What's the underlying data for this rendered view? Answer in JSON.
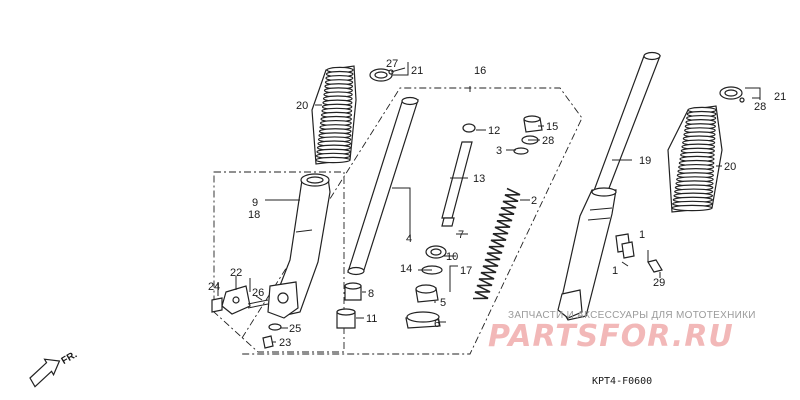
{
  "diagram": {
    "callouts": [
      "1",
      "1",
      "2",
      "3",
      "4",
      "5",
      "6",
      "7",
      "8",
      "9",
      "10",
      "11",
      "12",
      "13",
      "14",
      "15",
      "16",
      "17",
      "18",
      "19",
      "20",
      "20",
      "21",
      "21",
      "22",
      "23",
      "24",
      "25",
      "26",
      "27",
      "28",
      "28",
      "29"
    ],
    "diagram_code": "KPT4-F0600",
    "direction_label": "FR.",
    "watermark_text": "ЗАПЧАСТИ И АКСЕССУАРЫ ДЛЯ МОТОТЕХНИКИ",
    "watermark_logo": "PARTSFOR.RU"
  },
  "colors": {
    "line": "#222222",
    "watermark_logo": "#f2b8b8",
    "watermark_text": "#9a9a9a"
  }
}
